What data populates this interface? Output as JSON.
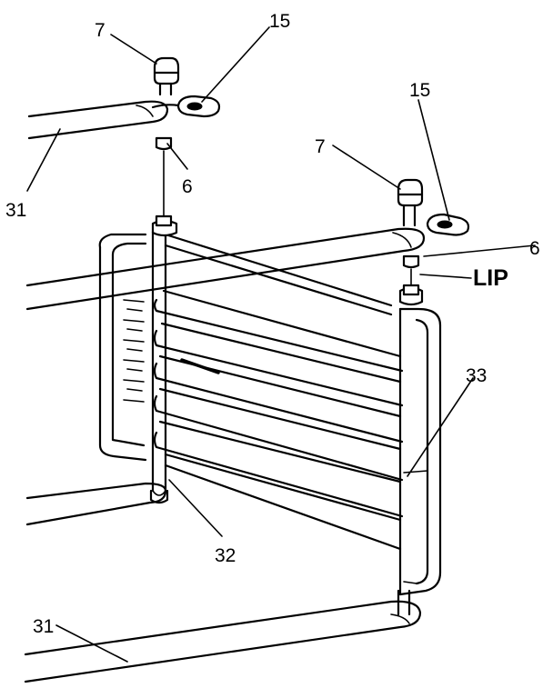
{
  "labels": {
    "part_7_left": "7",
    "part_15_left": "15",
    "part_6_left": "6",
    "part_31_top": "31",
    "part_7_right": "7",
    "part_15_right": "15",
    "part_6_right": "6",
    "lip": "LIP",
    "part_33": "33",
    "part_32": "32",
    "part_31_bottom": "31"
  }
}
